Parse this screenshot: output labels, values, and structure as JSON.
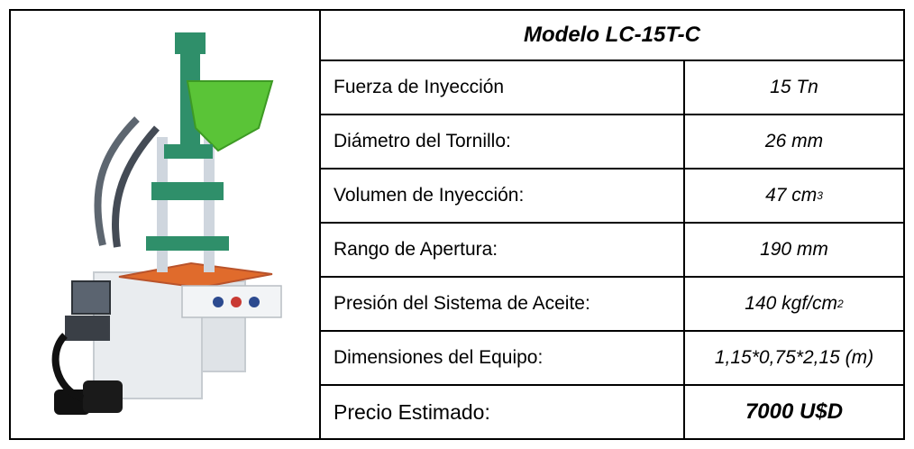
{
  "model_title": "Modelo LC-15T-C",
  "rows": [
    {
      "label": "Fuerza de Inyección",
      "value": "15 Tn"
    },
    {
      "label": "Diámetro del Tornillo:",
      "value": "26 mm"
    },
    {
      "label": "Volumen de Inyección:",
      "value": "47 cm",
      "sup": "3"
    },
    {
      "label": "Rango de Apertura:",
      "value": "190 mm"
    },
    {
      "label": "Presión del Sistema de Aceite:",
      "value": "140 kgf/cm",
      "sup": "2"
    },
    {
      "label": "Dimensiones del Equipo:",
      "value": "1,15*0,75*2,15 (m)"
    }
  ],
  "price": {
    "label": "Precio Estimado:",
    "value": "7000 U$D"
  },
  "colors": {
    "machine_green": "#2f8f6a",
    "hopper_green": "#5ac437",
    "table_orange": "#e06b2c",
    "cabinet_white": "#e9ecef",
    "accent_blue": "#2c4a8f",
    "accent_red": "#c93a33"
  },
  "image": {
    "icon": "injection-molding-machine-icon"
  }
}
